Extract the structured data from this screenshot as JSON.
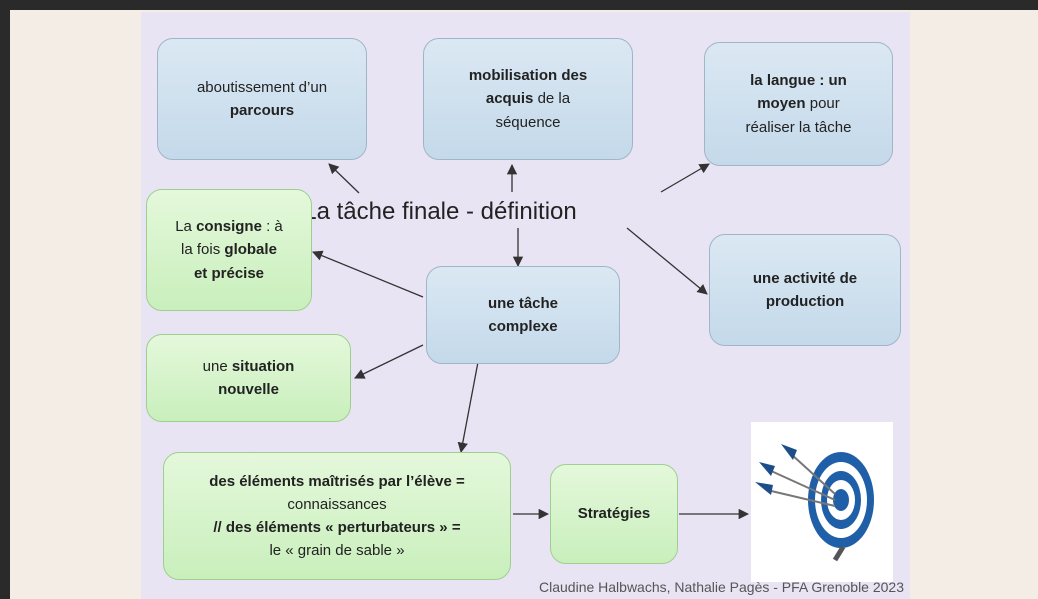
{
  "title": "La tâche finale - définition",
  "nodes": {
    "parcours": {
      "pre": "aboutissement d’un",
      "bold": "parcours"
    },
    "acquis": {
      "b1": "mobilisation des",
      "b2": "acquis",
      "t1": " de la",
      "t2": "séquence"
    },
    "langue": {
      "b1": "la langue : un",
      "b2": "moyen",
      "t1": " pour",
      "t2": "réaliser la tâche"
    },
    "consigne": {
      "t1": "La ",
      "b1": "consigne",
      "t2": " : à",
      "t3": "la fois ",
      "b2": "globale",
      "b3": "et précise"
    },
    "activite": {
      "b1": "une activité de",
      "b2": "production"
    },
    "complexe": {
      "b1": "une tâche",
      "b2": "complexe"
    },
    "situation": {
      "t1": "une ",
      "b1": "situation",
      "b2": "nouvelle"
    },
    "elements": {
      "b1": "des éléments maîtrisés par l’élève =",
      "t1": "connaissances",
      "b2": "// des éléments « perturbateurs » =",
      "t2": "le « grain de sable »"
    },
    "strategies": {
      "b1": "Stratégies"
    }
  },
  "credit": "Claudine Halbwachs, Nathalie Pagès - PFA Grenoble 2023",
  "image": {
    "icon": "target-with-darts-icon"
  }
}
